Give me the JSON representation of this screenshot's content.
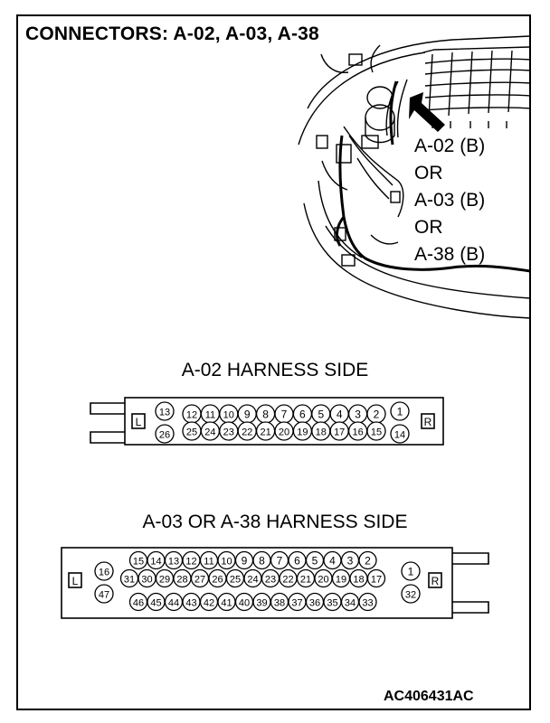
{
  "title": "CONNECTORS: A-02, A-03, A-38",
  "callout": [
    "A-02 (B)",
    "OR",
    "A-03 (B)",
    "OR",
    "A-38 (B)"
  ],
  "connector_a02": {
    "label": "A-02 HARNESS SIDE",
    "left_marker": "L",
    "right_marker": "R",
    "left_top": "13",
    "left_bottom": "26",
    "top_row": [
      "12",
      "11",
      "10",
      "9",
      "8",
      "7",
      "6",
      "5",
      "4",
      "3",
      "2"
    ],
    "bottom_row": [
      "25",
      "24",
      "23",
      "22",
      "21",
      "20",
      "19",
      "18",
      "17",
      "16",
      "15"
    ],
    "right_top": "1",
    "right_bottom": "14"
  },
  "connector_a03": {
    "label": "A-03 OR A-38 HARNESS SIDE",
    "left_marker": "L",
    "right_marker": "R",
    "left_top": "16",
    "left_bottom": "47",
    "top_row": [
      "15",
      "14",
      "13",
      "12",
      "11",
      "10",
      "9",
      "8",
      "7",
      "6",
      "5",
      "4",
      "3",
      "2"
    ],
    "middle_row": [
      "31",
      "30",
      "29",
      "28",
      "27",
      "26",
      "25",
      "24",
      "23",
      "22",
      "21",
      "20",
      "19",
      "18",
      "17"
    ],
    "bottom_row": [
      "46",
      "45",
      "44",
      "43",
      "42",
      "41",
      "40",
      "39",
      "38",
      "37",
      "36",
      "35",
      "34",
      "33"
    ],
    "right_top": "1",
    "right_bottom": "32"
  },
  "figure_code": "AC406431AC",
  "icons": [
    "engine-bay-illustration",
    "pointer-arrow-icon",
    "connector-latch-icon"
  ]
}
